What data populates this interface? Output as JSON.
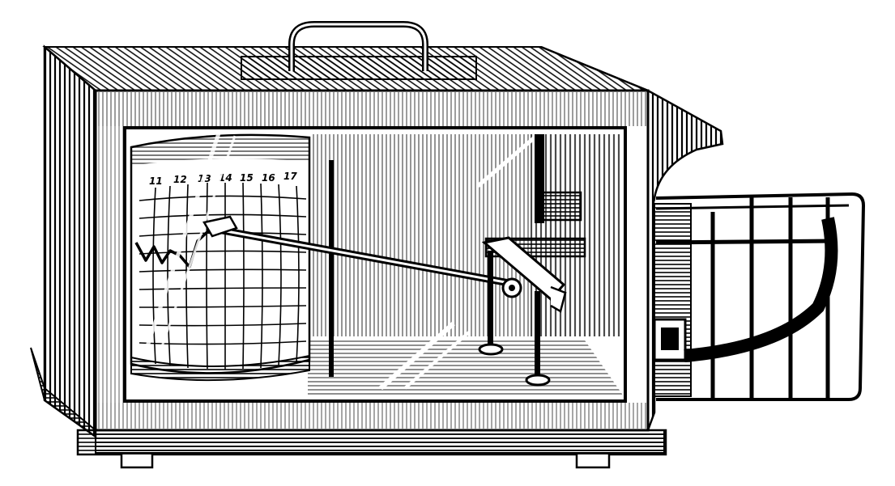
{
  "drum_chart": {
    "tick_labels": [
      "11",
      "12",
      "13",
      "14",
      "15",
      "16",
      "17"
    ]
  },
  "colors": {
    "ink": "#000000",
    "paper": "#ffffff"
  }
}
